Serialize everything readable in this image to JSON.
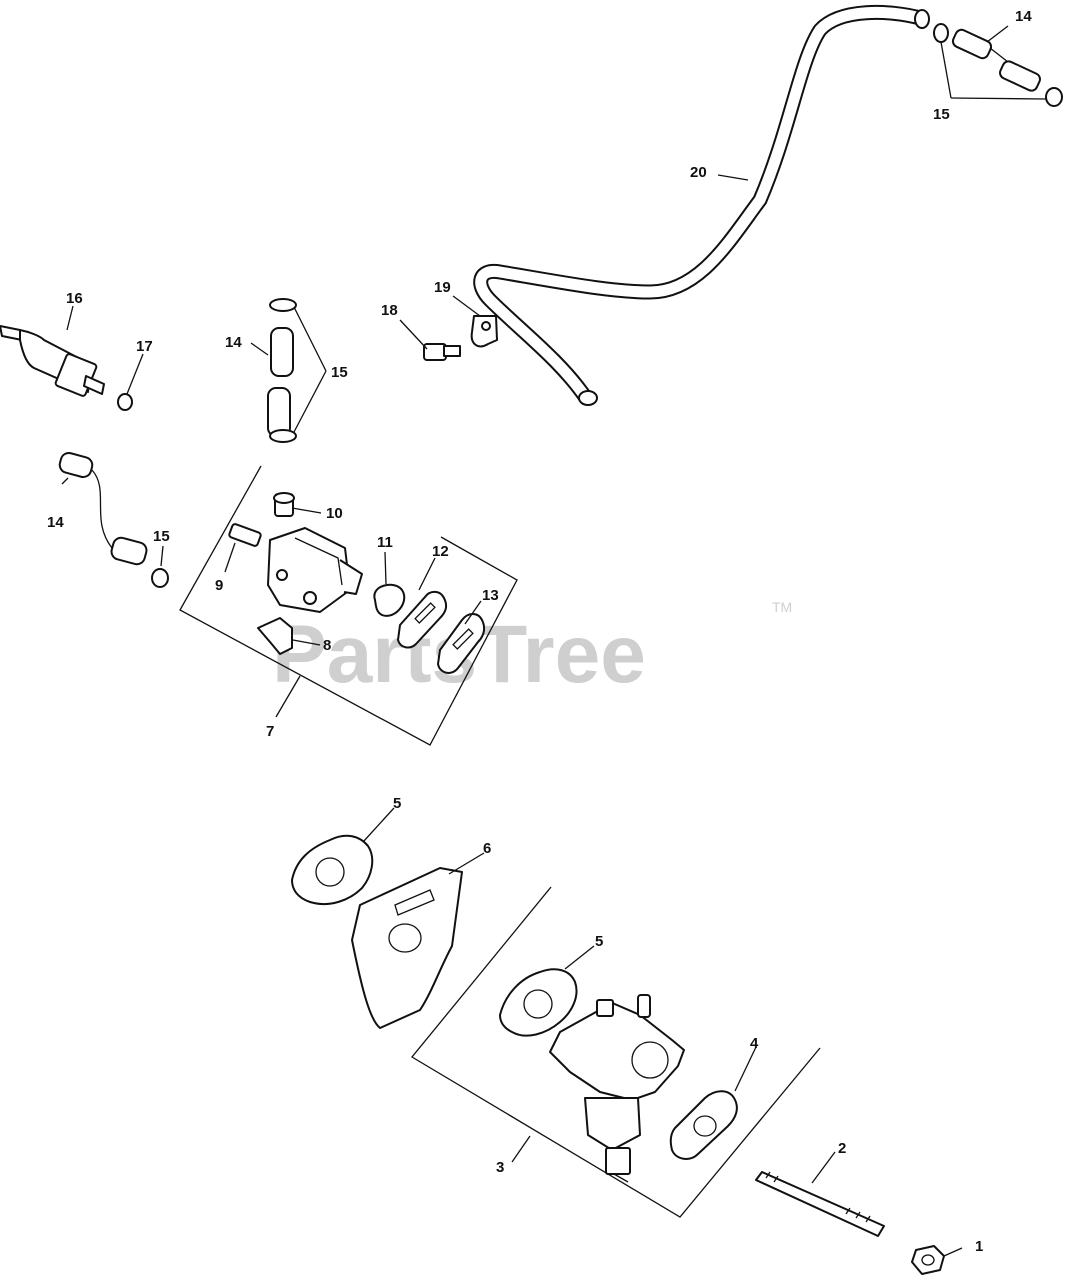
{
  "watermark": {
    "text": "PartsTree",
    "trademark": "TM"
  },
  "callouts": {
    "c1": "1",
    "c2": "2",
    "c3": "3",
    "c4": "4",
    "c5a": "5",
    "c5b": "5",
    "c6": "6",
    "c7": "7",
    "c8": "8",
    "c9": "9",
    "c10": "10",
    "c11": "11",
    "c12": "12",
    "c13": "13",
    "c14a": "14",
    "c14b": "14",
    "c14c": "14",
    "c15a": "15",
    "c15b": "15",
    "c15c": "15",
    "c16": "16",
    "c17": "17",
    "c18": "18",
    "c19": "19",
    "c20": "20"
  }
}
